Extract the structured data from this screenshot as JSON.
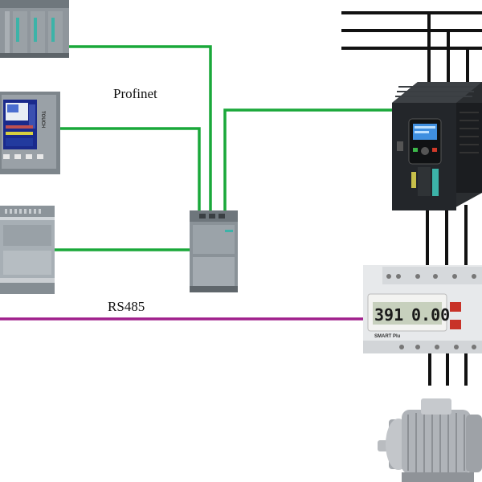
{
  "labels": {
    "profinet": "Profinet",
    "rs485": "RS485"
  },
  "meter": {
    "reading_left": "391",
    "reading_right": "0.00",
    "brand": "SMART Plu"
  },
  "hmi": {
    "brand": "TOUCH"
  },
  "colors": {
    "profinet_line": "#1aa83a",
    "rs485_line": "#a0208c",
    "power_line": "#111111"
  }
}
